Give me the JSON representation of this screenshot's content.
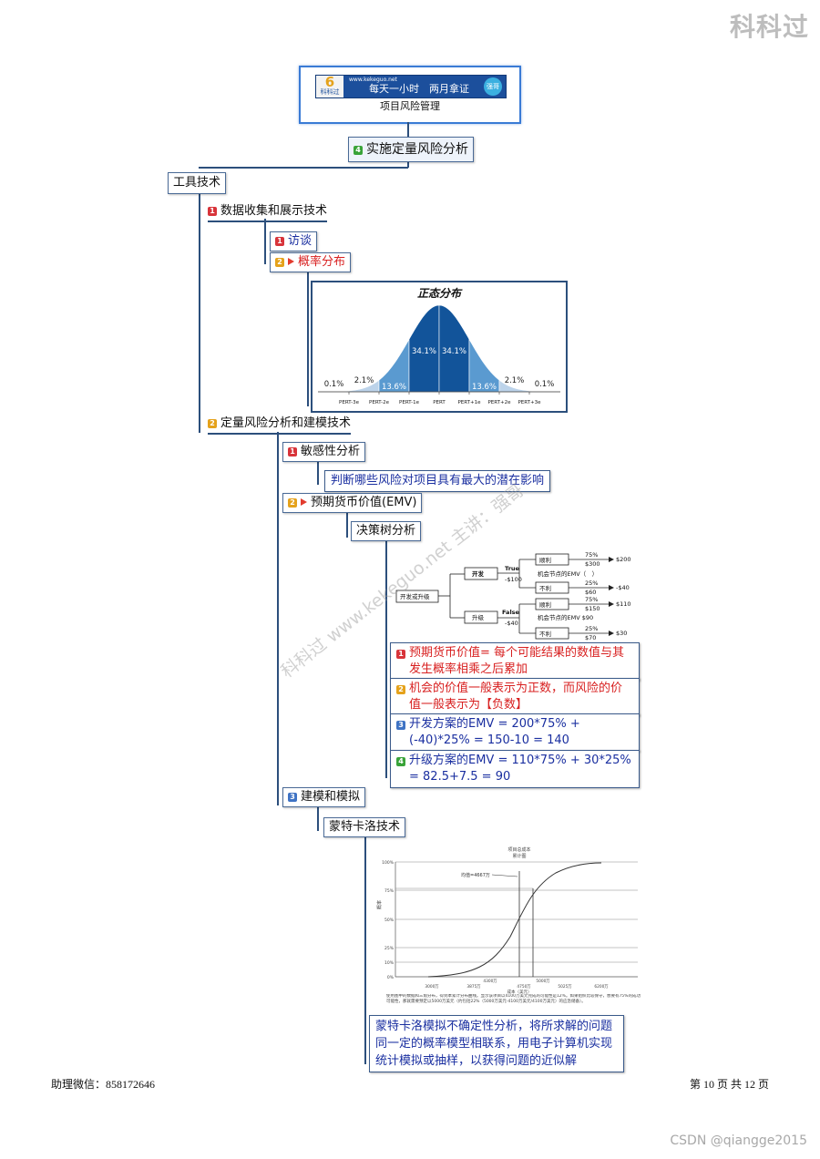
{
  "brand_corner": "科科过",
  "header_box": {
    "site": "www.kekeguo.net",
    "slogan": "每天一小时　两月拿证",
    "tag": "强哥",
    "logo_text": "科科过",
    "subtitle": "项目风险管理"
  },
  "process_node": {
    "num": "4",
    "label": "实施定量风险分析"
  },
  "tools_node": "工具技术",
  "sec1": {
    "num": "1",
    "label": "数据收集和展示技术"
  },
  "sec1_items": [
    {
      "num": "1",
      "label": "访谈"
    },
    {
      "num": "2",
      "label": "概率分布"
    }
  ],
  "normal_dist": {
    "title": "正态分布",
    "percents": [
      "0.1%",
      "2.1%",
      "13.6%",
      "34.1%",
      "34.1%",
      "13.6%",
      "2.1%",
      "0.1%"
    ],
    "ticks": [
      "PERT-3e",
      "PERT-2e",
      "PERT-1e",
      "PERT",
      "PERT+1e",
      "PERT+2e",
      "PERT+3e"
    ]
  },
  "sec2": {
    "num": "2",
    "label": "定量风险分析和建模技术"
  },
  "sensitivity": {
    "num": "1",
    "label": "敏感性分析",
    "note": "判断哪些风险对项目具有最大的潜在影响"
  },
  "emv": {
    "num": "2",
    "label": "预期货币价值(EMV)"
  },
  "decision_tree_label": "决策树分析",
  "tree": {
    "root": "开发或升级",
    "b1_name": "开发",
    "b1_cond": "True",
    "b1_cost": "-$100",
    "b2_name": "升级",
    "b2_cond": "False",
    "b2_cost": "-$40",
    "chance1": "机会节点的EMV（　）",
    "chance2": "机会节点的EMV $90",
    "good": "顺利",
    "bad": "不利",
    "o1_p": "75%",
    "o1_v": "$300",
    "o1_r": "$200",
    "o2_p": "25%",
    "o2_v": "$60",
    "o2_r": "-$40",
    "o3_p": "75%",
    "o3_v": "$150",
    "o3_r": "$110",
    "o4_p": "25%",
    "o4_v": "$70",
    "o4_r": "$30"
  },
  "emv_notes": [
    {
      "num": "1",
      "text": "预期货币价值= 每个可能结果的数值与其发生概率相乘之后累加"
    },
    {
      "num": "2",
      "text": "机会的价值一般表示为正数，而风险的价值一般表示为【负数】"
    },
    {
      "num": "3",
      "text": "开发方案的EMV = 200*75% + (-40)*25% = 150-10 = 140"
    },
    {
      "num": "4",
      "text": "升级方案的EMV = 110*75% + 30*25% = 82.5+7.5 = 90"
    }
  ],
  "modeling": {
    "num": "3",
    "label": "建模和模拟"
  },
  "monte_carlo_label": "蒙特卡洛技术",
  "s_curve": {
    "title1": "项目总成本",
    "title2": "累计图",
    "mean_label": "均值=4667万",
    "ylabel": "概率",
    "xlabel": "成本（美元）",
    "yticks": [
      "0%",
      "10%",
      "25%",
      "50%",
      "75%",
      "100%"
    ],
    "xticks": [
      "3000万",
      "3875万",
      "4300万",
      "4750万",
      "5000万",
      "5025万",
      "6200万"
    ],
    "caption": "使用图中的数据和三角分布，得到本累计分布曲线。显示该项目以4100万美元完成的可能性是12%。如果组织比较保守，想要有75%的成功可能性，那就需要预定以5000万美元（约包括22%（5000万美元-4100万美元/4100万美元）的应急储备）。"
  },
  "monte_note": "蒙特卡洛模拟不确定性分析，将所求解的问题同一定的概率模型相联系，用电子计算机实现统计模拟或抽样，以获得问题的近似解",
  "watermark": "科科过 www.kekeguo.net 主讲：强哥",
  "footer": {
    "left": "助理微信：858172646",
    "right": "第 10 页 共 12 页",
    "csdn": "CSDN @qiangge2015"
  }
}
